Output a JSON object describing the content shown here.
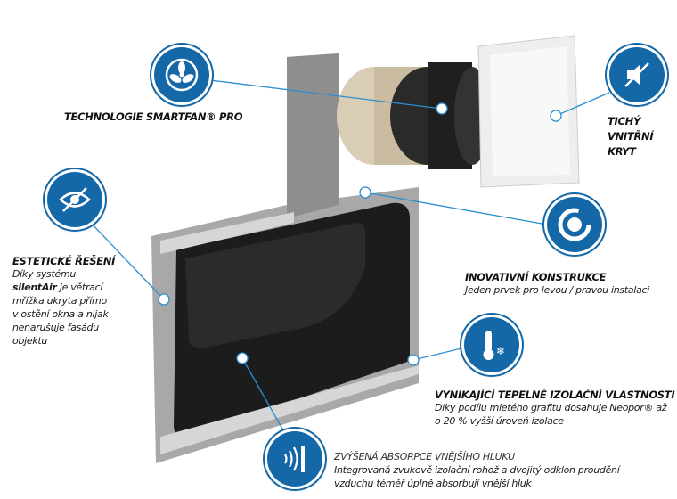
{
  "features": {
    "smartfan": {
      "title": "TECHNOLOGIE SMARTFAN® PRO",
      "icon": "fan-icon"
    },
    "cover": {
      "title_lines": [
        "TICHÝ",
        "VNITŘNÍ",
        "KRYT"
      ],
      "icon": "mute-speaker-icon"
    },
    "aesthetic": {
      "title": "ESTETICKÉ ŘEŠENÍ",
      "text_1": "Díky systému",
      "bold": "silentAir",
      "text_2": " je větrací",
      "lines": [
        "mřížka ukryta přímo",
        "v ostění okna a nijak",
        "nenarušuje fasádu",
        "objektu"
      ],
      "icon": "hidden-eye-icon"
    },
    "construction": {
      "title": "INOVATIVNÍ KONSTRUKCE",
      "text": "Jeden prvek pro levou / pravou instalaci",
      "icon": "rotate-circle-icon"
    },
    "insulation": {
      "title": "VYNIKAJÍCÍ TEPELNĚ IZOLAČNÍ VLASTNOSTI",
      "lines": [
        "Díky podílu mletého grafitu dosahuje Neopor® až",
        "o 20 % vyšší úroveň izolace"
      ],
      "icon": "thermometer-snowflake-icon"
    },
    "noise": {
      "title": "ZVÝŠENÁ ABSORPCE VNĚJŠÍHO HLUKU",
      "lines": [
        "Integrovaná zvukově izolační rohož a dvojitý odklon proudění",
        "vzduchu téměř úplně absorbují vnější hluk"
      ],
      "icon": "sound-wall-icon"
    }
  },
  "colors": {
    "accent": "#1468a8",
    "line": "#2a8fd0"
  }
}
